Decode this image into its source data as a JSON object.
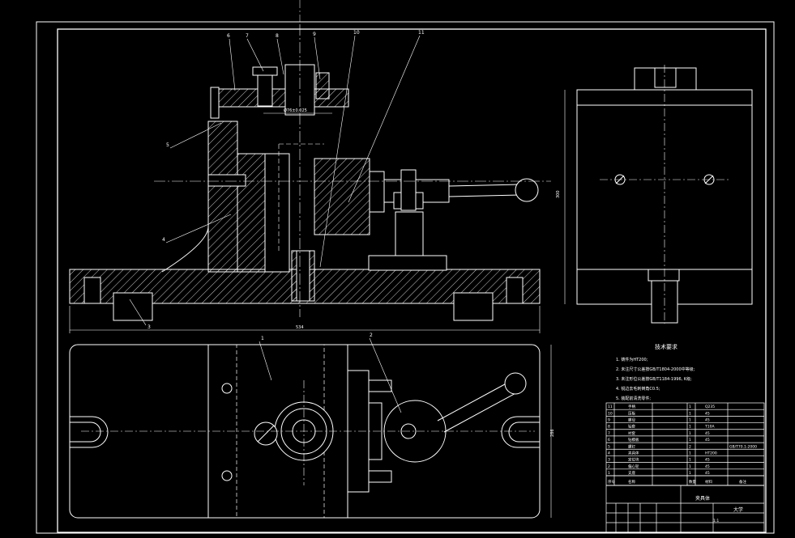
{
  "drawing": {
    "callouts": [
      "6",
      "7",
      "8",
      "9",
      "10",
      "11",
      "5",
      "4",
      "3",
      "1",
      "2"
    ],
    "dimensions": {
      "bolt_circle": "Ø76±0.025",
      "base_length": "534",
      "side_height": "300",
      "plan_width": "286"
    },
    "tech_requirements": {
      "title": "技术要求",
      "items": [
        "1. 铸件为HT200;",
        "2. 未注尺寸公差按GB/T1804-2000中等级;",
        "3. 未注形位公差按GB/T1184-1996, K级;",
        "4. 锐边去毛刺倒角C0.5;",
        "5. 装配前清洗零件;"
      ]
    },
    "parts_list": {
      "rows": [
        {
          "no": "11",
          "name": "手柄",
          "qty": "1",
          "material": "Q235",
          "note": ""
        },
        {
          "no": "10",
          "name": "压板",
          "qty": "1",
          "material": "45",
          "note": ""
        },
        {
          "no": "9",
          "name": "螺母",
          "qty": "1",
          "material": "45",
          "note": ""
        },
        {
          "no": "8",
          "name": "钻套",
          "qty": "1",
          "material": "T10A",
          "note": ""
        },
        {
          "no": "7",
          "name": "衬套",
          "qty": "1",
          "material": "45",
          "note": ""
        },
        {
          "no": "6",
          "name": "钻模板",
          "qty": "1",
          "material": "45",
          "note": ""
        },
        {
          "no": "5",
          "name": "螺钉",
          "qty": "2",
          "material": "",
          "note": "GB/T70.1-2000"
        },
        {
          "no": "4",
          "name": "夹具体",
          "qty": "1",
          "material": "HT200",
          "note": ""
        },
        {
          "no": "3",
          "name": "定位块",
          "qty": "1",
          "material": "45",
          "note": ""
        },
        {
          "no": "2",
          "name": "偏心轮",
          "qty": "1",
          "material": "45",
          "note": ""
        },
        {
          "no": "1",
          "name": "支座",
          "qty": "1",
          "material": "45",
          "note": ""
        }
      ],
      "header": {
        "no": "序号",
        "name": "名称",
        "qty": "数量",
        "material": "材料",
        "note": "备注"
      }
    },
    "title_block": {
      "drawing_name": "夹具体",
      "org": "大学",
      "scale": "1:1"
    }
  }
}
